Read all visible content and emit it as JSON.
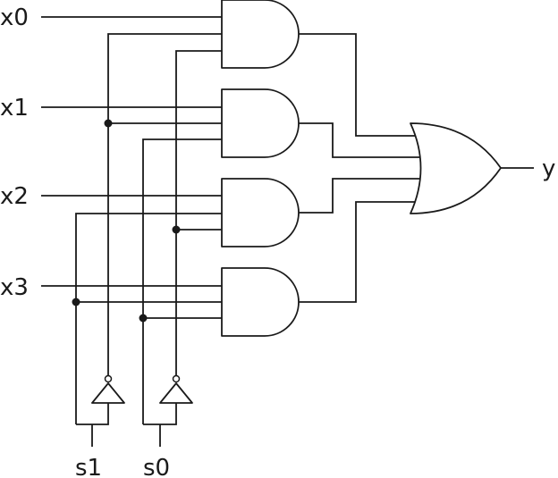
{
  "labels": {
    "x0": "x0",
    "x1": "x1",
    "x2": "x2",
    "x3": "x3",
    "s1": "s1",
    "s0": "s0",
    "y": "y"
  },
  "colors": {
    "line": "#1a1a1a",
    "background": "#ffffff"
  }
}
